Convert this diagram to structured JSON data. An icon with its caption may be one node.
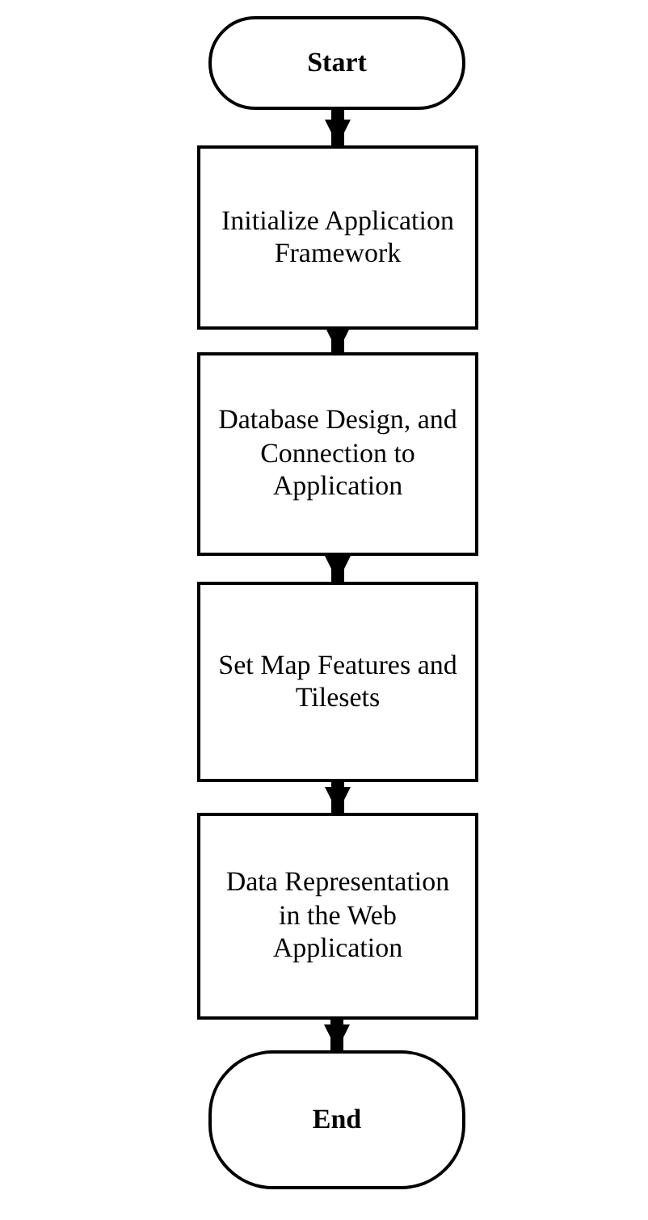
{
  "diagram": {
    "nodes": [
      {
        "text": [
          "Start"
        ]
      },
      {
        "text": [
          "Initialize Application Framework"
        ]
      },
      {
        "text": [
          "Database Design, and Connection to Application"
        ]
      },
      {
        "text": [
          "Set Map Features and Tilesets"
        ]
      },
      {
        "text": [
          "Data Representation in the Web Application"
        ]
      },
      {
        "text": [
          "End"
        ]
      }
    ],
    "edges": [
      {
        "from": 0,
        "to": 1,
        "arrow": "to"
      },
      {
        "from": 1,
        "to": 2,
        "arrow": "to"
      },
      {
        "from": 2,
        "to": 3,
        "arrow": "to"
      },
      {
        "from": 3,
        "to": 4,
        "arrow": "to"
      },
      {
        "from": 4,
        "to": 5,
        "arrow": "to"
      }
    ]
  }
}
